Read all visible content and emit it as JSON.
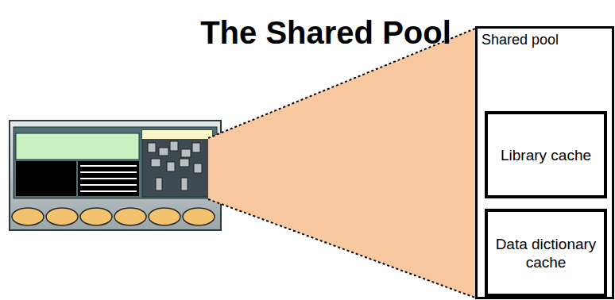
{
  "diagram": {
    "title": "The Shared Pool",
    "nodes": [
      {
        "text": [
          "Shared pool"
        ]
      },
      {
        "text": [
          "Library cache"
        ],
        "in": 0
      },
      {
        "text": [
          "Data dictionary cache"
        ],
        "in": 0
      }
    ]
  }
}
